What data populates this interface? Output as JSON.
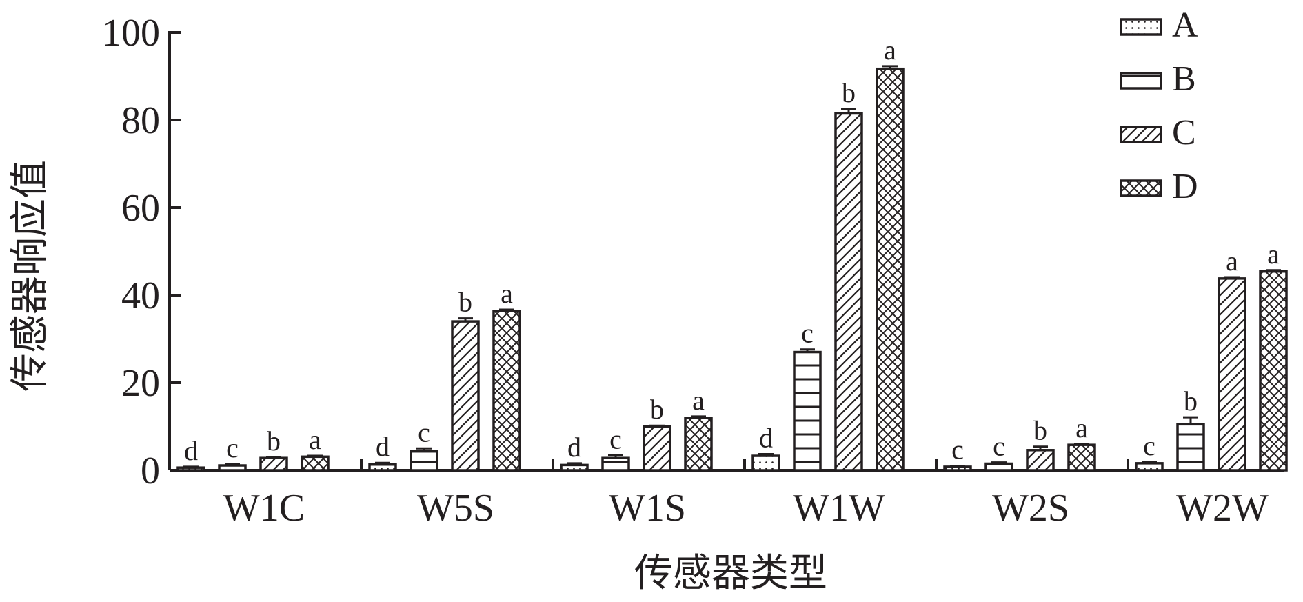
{
  "chart_data": {
    "type": "bar",
    "categories": [
      "W1C",
      "W5S",
      "W1S",
      "W1W",
      "W2S",
      "W2W"
    ],
    "series": [
      {
        "name": "A",
        "pattern": "dots",
        "values": [
          0.6,
          1.3,
          1.2,
          3.3,
          0.8,
          1.6
        ],
        "errors": [
          0.2,
          0.4,
          0.4,
          0.4,
          0.2,
          0.3
        ],
        "labels": [
          "d",
          "d",
          "d",
          "d",
          "c",
          "c"
        ]
      },
      {
        "name": "B",
        "pattern": "hlines",
        "values": [
          1.1,
          4.3,
          2.8,
          27.0,
          1.5,
          10.5
        ],
        "errors": [
          0.3,
          0.7,
          0.6,
          0.6,
          0.3,
          1.6
        ],
        "labels": [
          "c",
          "c",
          "c",
          "c",
          "c",
          "b"
        ]
      },
      {
        "name": "C",
        "pattern": "diag",
        "values": [
          2.8,
          34.0,
          10.0,
          81.5,
          4.6,
          43.8
        ],
        "errors": [
          0.2,
          0.7,
          0.2,
          1.0,
          0.8,
          0.3
        ],
        "labels": [
          "b",
          "b",
          "b",
          "b",
          "b",
          "a"
        ]
      },
      {
        "name": "D",
        "pattern": "cross",
        "values": [
          3.1,
          36.4,
          12.0,
          91.7,
          5.8,
          45.4
        ],
        "errors": [
          0.2,
          0.3,
          0.3,
          0.6,
          0.2,
          0.3
        ],
        "labels": [
          "a",
          "a",
          "a",
          "a",
          "a",
          "a"
        ]
      }
    ],
    "ylim": [
      0,
      100
    ],
    "yticks": [
      0,
      20,
      40,
      60,
      80,
      100
    ],
    "xlabel": "传感器类型",
    "ylabel": "传感器响应值",
    "title": "",
    "grid": false,
    "legend": "top-right",
    "colors": {
      "ink": "#231f20",
      "fill": "#ffffff"
    }
  }
}
